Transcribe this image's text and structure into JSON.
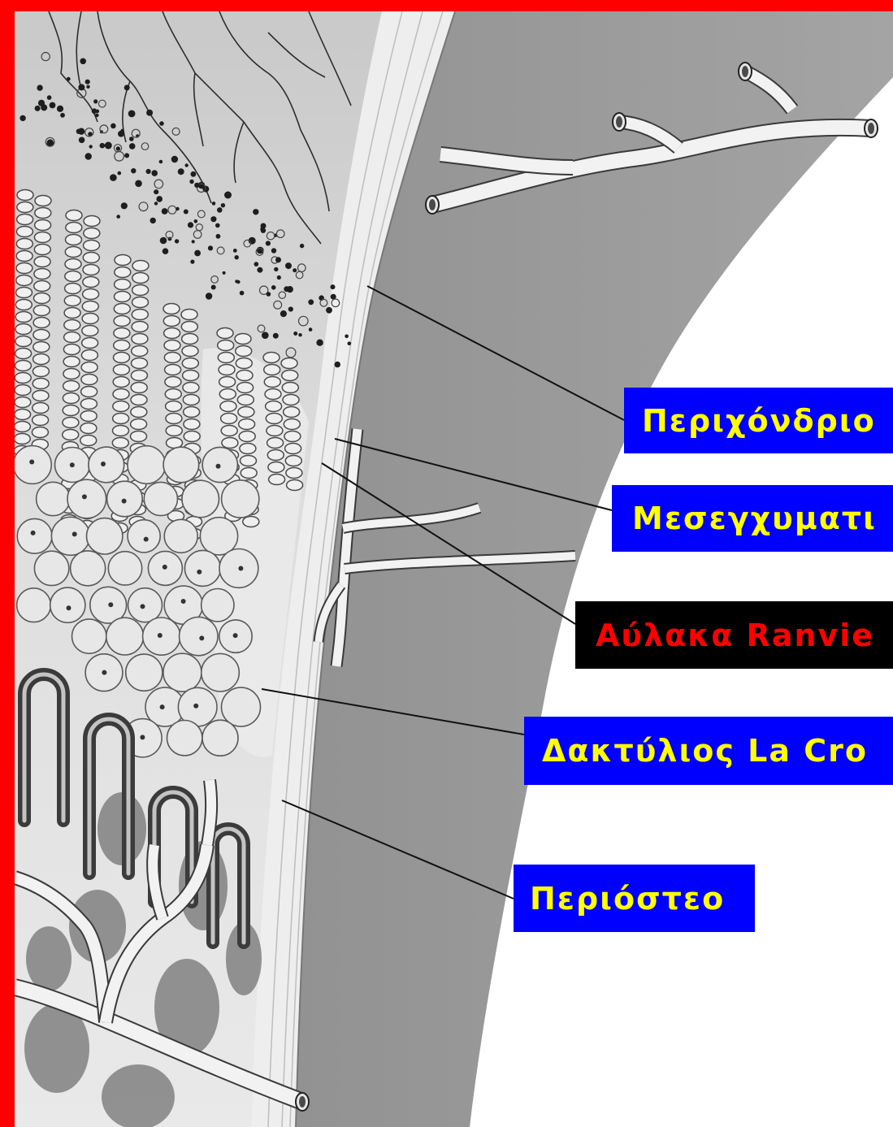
{
  "frame": {
    "border_color": "#ff0000"
  },
  "illustration": {
    "cortex_color": "#9d9d9d",
    "cartilage_color": "#dadada",
    "strip_color": "#eeeeee",
    "vessel_color": "#f2f2f2",
    "capillary_color": "#3b3b3b"
  },
  "labels": {
    "perichondrium": {
      "text": "Περιχόνδριο",
      "bg_color": "#0000ff",
      "text_color": "#ffff00"
    },
    "mesenchymal_cells": {
      "text": "Μεσεγχυματι",
      "bg_color": "#0000ff",
      "text_color": "#ffff00"
    },
    "ranvier_groove": {
      "text": "Αύλακα Ranvie",
      "bg_color": "#000000",
      "text_color": "#ff0000"
    },
    "la_croix_ring": {
      "text": "Δακτύλιος La Cro",
      "bg_color": "#0000ff",
      "text_color": "#ffff00"
    },
    "periosteum": {
      "text": "Περιόστεο",
      "bg_color": "#0000ff",
      "text_color": "#ffff00"
    }
  }
}
